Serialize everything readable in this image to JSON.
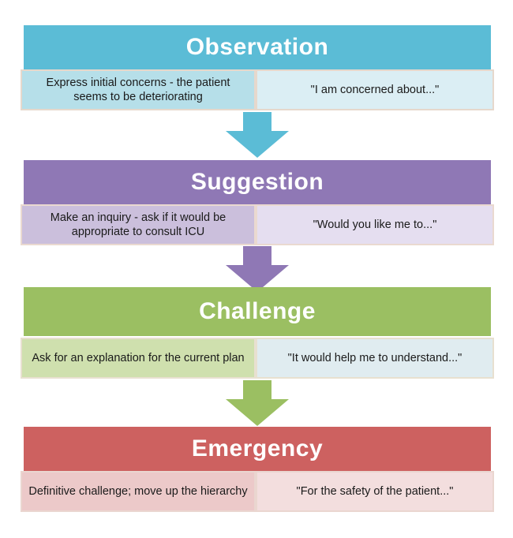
{
  "colors": {
    "observation": {
      "header": "#5bbcd6",
      "left": "#b6dfe9",
      "right": "#dbeef4",
      "edge": "#e6d8cc"
    },
    "suggestion": {
      "header": "#8f78b5",
      "left": "#cbbfdc",
      "right": "#e5def0",
      "edge": "#ead9d0"
    },
    "challenge": {
      "header": "#9bbf62",
      "left": "#cfe0ae",
      "right": "#e0ecf0",
      "edge": "#e8e0d0"
    },
    "emergency": {
      "header": "#cd6160",
      "left": "#ecc9c9",
      "right": "#f3dede",
      "edge": "#ead6d0"
    }
  },
  "stages": [
    {
      "key": "observation",
      "title": "Observation",
      "left": "Express initial concerns - the patient seems to be deteriorating",
      "right": "\"I am concerned about...\""
    },
    {
      "key": "suggestion",
      "title": "Suggestion",
      "left": "Make an inquiry - ask if it would be appropriate to consult ICU",
      "right": "\"Would you like me to...\""
    },
    {
      "key": "challenge",
      "title": "Challenge",
      "left": "Ask for an explanation for the current plan",
      "right": "\"It would help me to understand...\""
    },
    {
      "key": "emergency",
      "title": "Emergency",
      "left": "Definitive challenge; move up the hierarchy",
      "right": "\"For the safety of the patient...\""
    }
  ]
}
